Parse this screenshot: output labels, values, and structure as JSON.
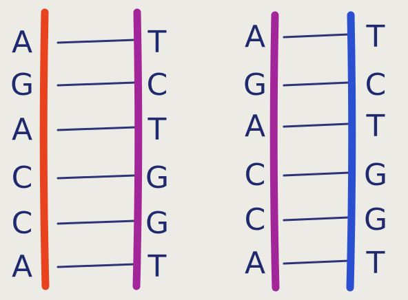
{
  "ladders": [
    {
      "left_strand_color": "#e8431e",
      "right_strand_color": "#a3259a",
      "rungs": [
        {
          "left": "A",
          "right": "T"
        },
        {
          "left": "G",
          "right": "C"
        },
        {
          "left": "A",
          "right": "T"
        },
        {
          "left": "C",
          "right": "G"
        },
        {
          "left": "C",
          "right": "G"
        },
        {
          "left": "A",
          "right": "T"
        }
      ]
    },
    {
      "left_strand_color": "#a3259a",
      "right_strand_color": "#2a4fd1",
      "rungs": [
        {
          "left": "A",
          "right": "T"
        },
        {
          "left": "G",
          "right": "C"
        },
        {
          "left": "A",
          "right": "T"
        },
        {
          "left": "C",
          "right": "G"
        },
        {
          "left": "C",
          "right": "G"
        },
        {
          "left": "A",
          "right": "T"
        }
      ]
    }
  ],
  "rung_color": "#2d3577",
  "letter_color": "#1f2a6e"
}
